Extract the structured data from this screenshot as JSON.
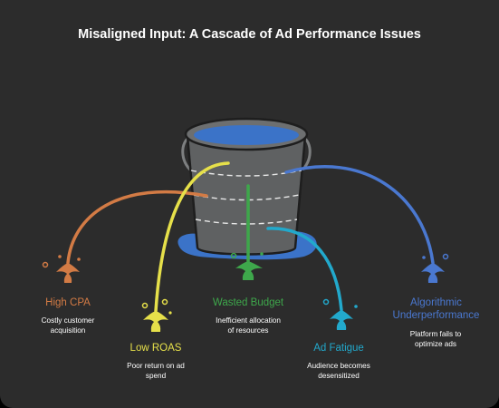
{
  "title": "Misaligned Input: A Cascade of Ad Performance Issues",
  "colors": {
    "background": "#2c2c2c",
    "bucket": "#5f6162",
    "water": "#3b73c8",
    "high_cpa": "#d37b45",
    "low_roas": "#e6e04a",
    "wasted_budget": "#3ea74b",
    "ad_fatigue": "#22a9cc",
    "algorithmic": "#4a78d0"
  },
  "outcomes": [
    {
      "key": "high-cpa",
      "title": "High CPA",
      "desc_lines": [
        "Costly customer",
        "acquisition"
      ]
    },
    {
      "key": "low-roas",
      "title": "Low ROAS",
      "desc_lines": [
        "Poor return on ad",
        "spend"
      ]
    },
    {
      "key": "wasted-budget",
      "title": "Wasted Budget",
      "desc_lines": [
        "Inefficient allocation",
        "of resources"
      ]
    },
    {
      "key": "ad-fatigue",
      "title": "Ad Fatigue",
      "desc_lines": [
        "Audience becomes",
        "desensitized"
      ]
    },
    {
      "key": "algorithmic-underperformance",
      "title_lines": [
        "Algorithmic",
        "Underperformance"
      ],
      "desc_lines": [
        "Platform fails to",
        "optimize ads"
      ]
    }
  ]
}
